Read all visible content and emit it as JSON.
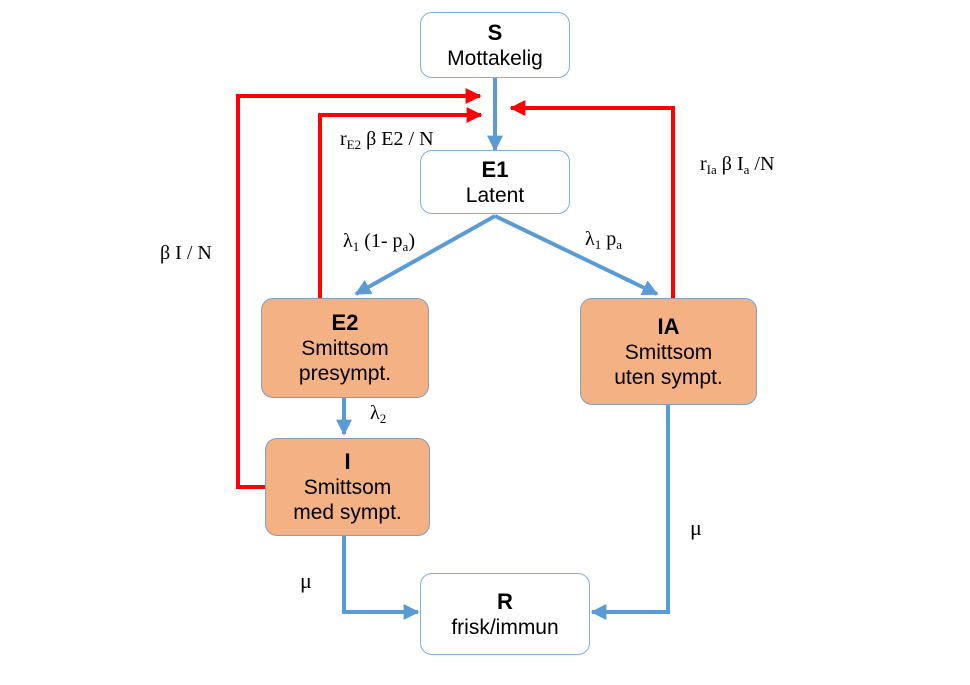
{
  "nodes": {
    "S": {
      "title": "S",
      "lines": [
        "Mottakelig"
      ]
    },
    "E1": {
      "title": "E1",
      "lines": [
        "Latent"
      ]
    },
    "E2": {
      "title": "E2",
      "lines": [
        "Smittsom",
        "presympt."
      ]
    },
    "IA": {
      "title": "IA",
      "lines": [
        "Smittsom",
        "uten sympt."
      ]
    },
    "I": {
      "title": "I",
      "lines": [
        "Smittsom",
        "med sympt."
      ]
    },
    "R": {
      "title": "R",
      "lines": [
        "frisk/immun"
      ]
    }
  },
  "edges": {
    "infection_I": {
      "base": "β I / N"
    },
    "infection_E2": {
      "prefix": "r",
      "sub": "E2",
      "rest": " β E2 / N"
    },
    "infection_IA": {
      "prefix": "r",
      "sub": "Ia",
      "mid": " β I",
      "sub2": "a",
      "rest": " /N"
    },
    "e1_to_e2": {
      "sym": "λ",
      "sub": "1",
      "mid": " (1- p",
      "sub2": "a",
      "rest": ")"
    },
    "e1_to_ia": {
      "sym": "λ",
      "sub": "1",
      "mid": " p",
      "sub2": "a"
    },
    "e2_to_i": {
      "sym": "λ",
      "sub": "2"
    },
    "i_recovery": {
      "sym": "μ"
    },
    "ia_recovery": {
      "sym": "μ"
    }
  },
  "colors": {
    "transition_arrow": "#5b9bd5",
    "infection_arrow": "#ff0000",
    "infectious_box": "#f4b183",
    "box_border": "#7eb0dc"
  }
}
